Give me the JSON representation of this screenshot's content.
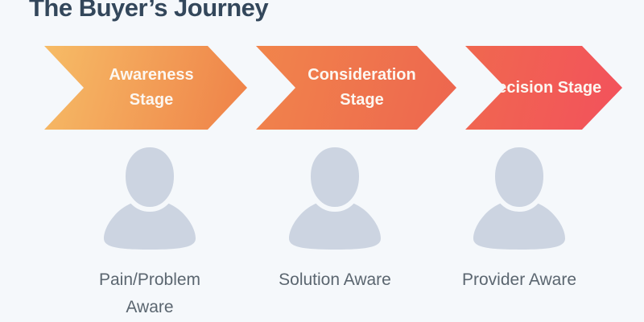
{
  "title": "The Buyer’s Journey",
  "colors": {
    "background": "#f5f8fb",
    "title_text": "#33475b",
    "stage_text": "#fcf7f1",
    "persona_icon": "#ccd4e1",
    "persona_text": "#5b6670",
    "stage1_gradient": [
      "#f6bc66",
      "#ef8148"
    ],
    "stage2_gradient": [
      "#f1854b",
      "#ed654f"
    ],
    "stage3_gradient": [
      "#f0684f",
      "#f3515c"
    ]
  },
  "stages": [
    {
      "label": "Awareness Stage",
      "persona": "Pain/Problem Aware",
      "icon": "person-silhouette-icon"
    },
    {
      "label": "Consideration Stage",
      "persona": "Solution Aware",
      "icon": "person-silhouette-icon"
    },
    {
      "label": "Decision Stage",
      "persona": "Provider Aware",
      "icon": "person-silhouette-icon"
    }
  ]
}
